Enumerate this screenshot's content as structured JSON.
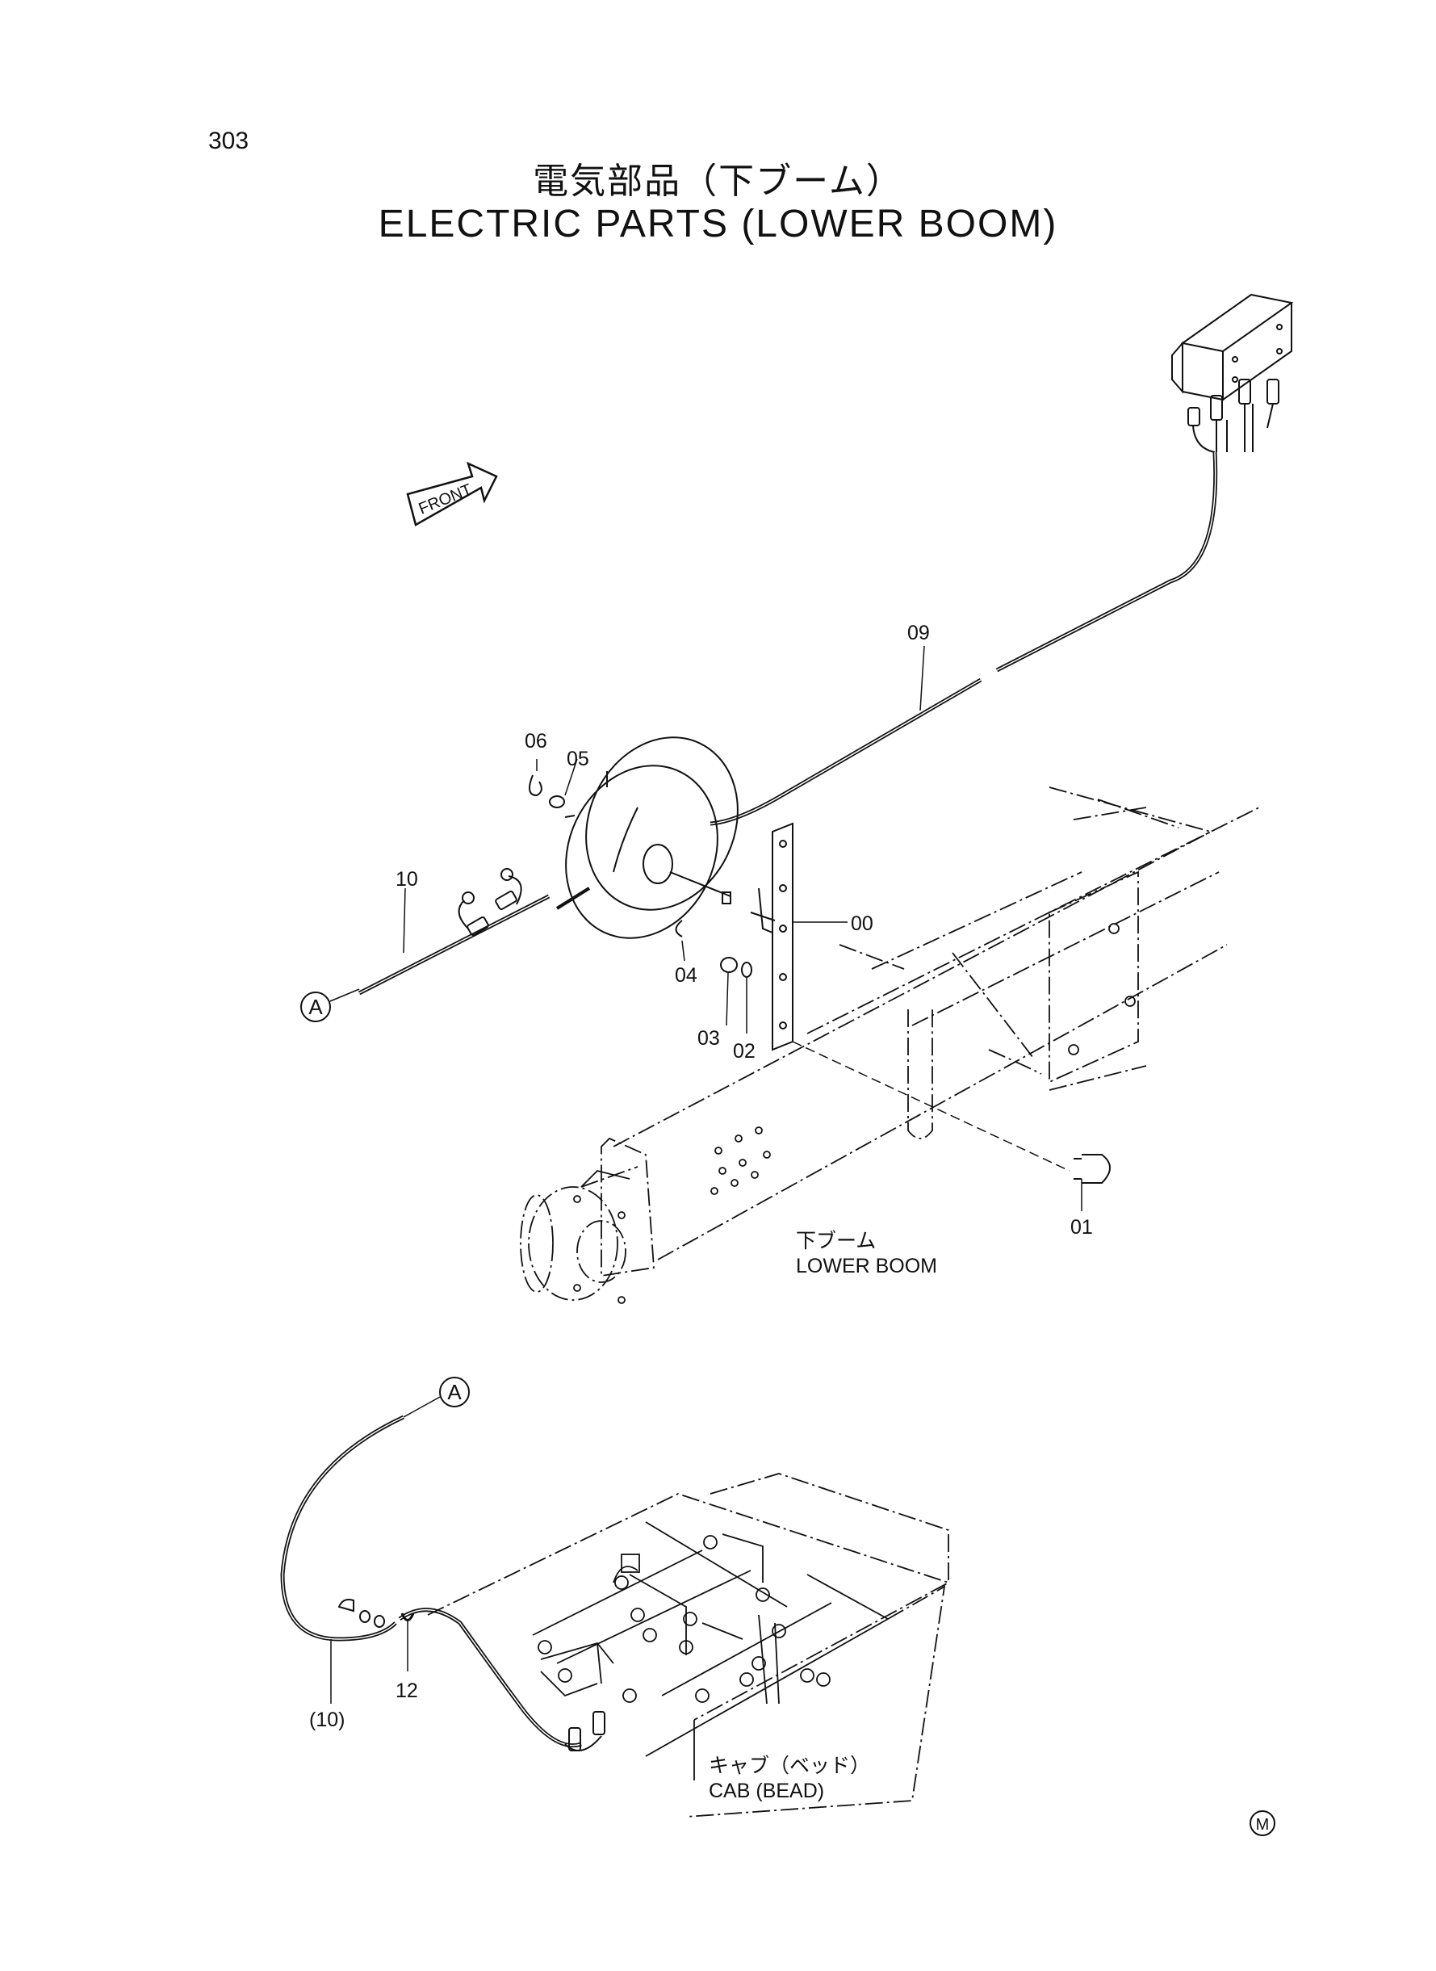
{
  "page": {
    "number": "303",
    "title_jp": "電気部品（下ブーム）",
    "title_en": "ELECTRIC PARTS (LOWER BOOM)"
  },
  "front_arrow_text": "FRONT",
  "callouts": {
    "p00": "00",
    "p01": "01",
    "p02": "02",
    "p03": "03",
    "p04": "04",
    "p05": "05",
    "p06": "06",
    "p09": "09",
    "p10": "10",
    "p12": "12",
    "p10_ref": "(10)"
  },
  "connector": {
    "label": "A"
  },
  "captions": {
    "lower_boom_jp": "下ブーム",
    "lower_boom_en": "LOWER BOOM",
    "cab_jp": "キャブ（ベッド）",
    "cab_en": "CAB (BEAD)"
  },
  "mark": "M"
}
